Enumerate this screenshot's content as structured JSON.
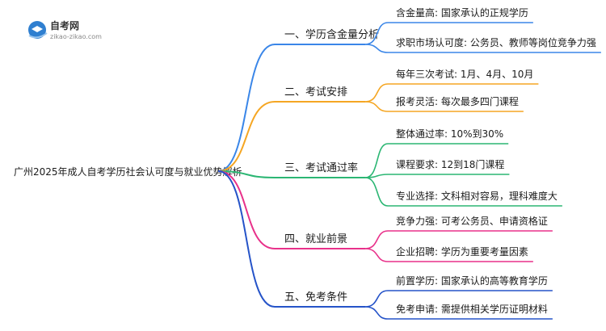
{
  "logo": {
    "title": "自考网",
    "url": "zikao-zikao.com",
    "accent": "#2f7fd0"
  },
  "root": {
    "label": "广州2025年成人自考学历社会认可度与就业优势解析"
  },
  "branches": [
    {
      "label": "一、学历含金量分析",
      "color": "#3a86e8",
      "children": [
        "含金量高: 国家承认的正规学历",
        "求职市场认可度: 公务员、教师等岗位竞争力强"
      ]
    },
    {
      "label": "二、考试安排",
      "color": "#f5a623",
      "children": [
        "每年三次考试: 1月、4月、10月",
        "报考灵活: 每次最多四门课程"
      ]
    },
    {
      "label": "三、考试通过率",
      "color": "#2bb673",
      "children": [
        "整体通过率: 10%到30%",
        "课程要求: 12到18门课程",
        "专业选择: 文科相对容易，理科难度大"
      ]
    },
    {
      "label": "四、就业前景",
      "color": "#e8318a",
      "children": [
        "竞争力强: 可考公务员、申请资格证",
        "企业招聘: 学历为重要考量因素"
      ]
    },
    {
      "label": "五、免考条件",
      "color": "#2553c8",
      "children": [
        "前置学历: 国家承认的高等教育学历",
        "免考申请: 需提供相关学历证明材料"
      ]
    }
  ]
}
